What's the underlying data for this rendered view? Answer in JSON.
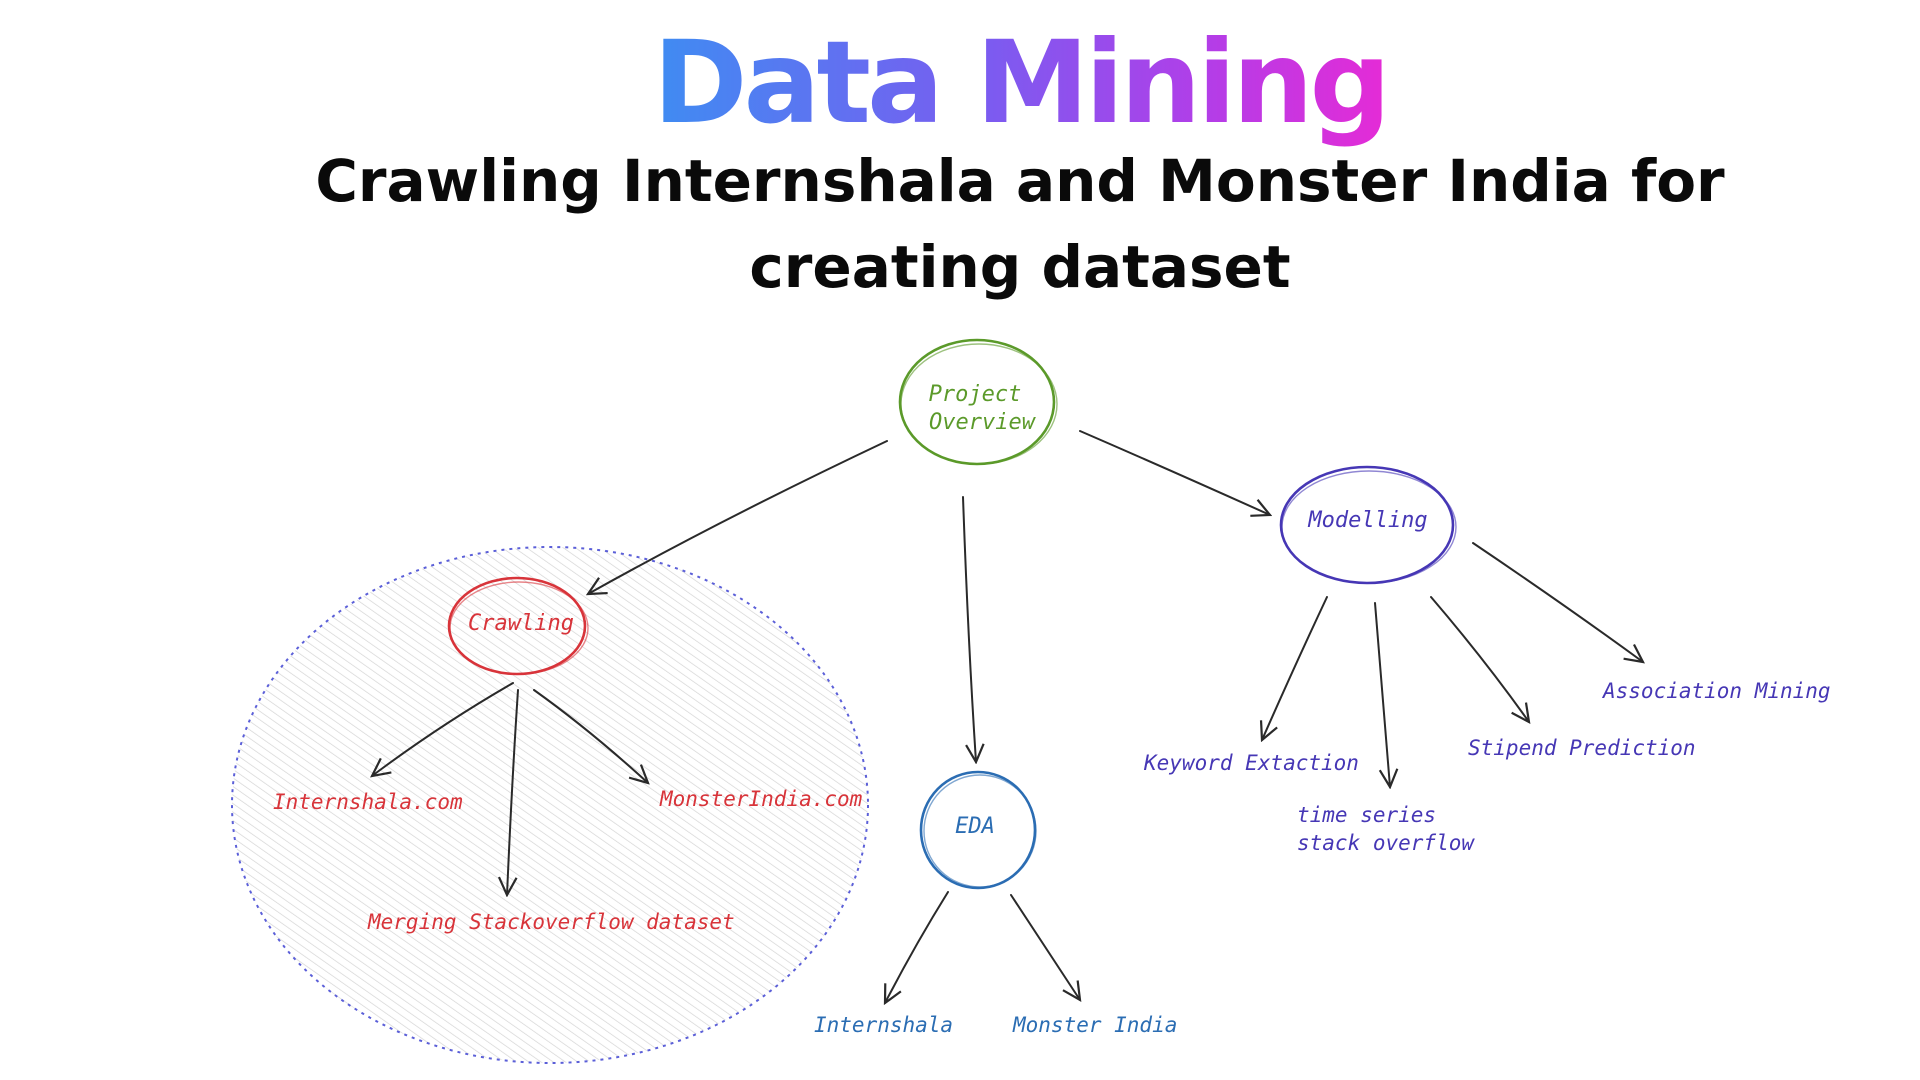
{
  "title": "Data Mining",
  "subtitle": "Crawling Internshala and Monster India for creating dataset",
  "colors": {
    "green": "#5b9a2a",
    "red": "#d8343a",
    "blue": "#2b6db3",
    "purple": "#4637b5",
    "group_border": "#5b5fd8"
  },
  "nodes": {
    "project_overview_line1": "Project",
    "project_overview_line2": "Overview",
    "crawling": "Crawling",
    "eda": "EDA",
    "modelling": "Modelling"
  },
  "leaves": {
    "internshala_com": "Internshala.com",
    "monsterindia_com": "MonsterIndia.com",
    "merging": "Merging Stackoverflow dataset",
    "eda_internshala": "Internshala",
    "eda_monster": "Monster India",
    "keyword": "Keyword Extaction",
    "timeseries_line1": "time series",
    "timeseries_line2": "stack overflow",
    "stipend": "Stipend Prediction",
    "association": "Association Mining"
  }
}
